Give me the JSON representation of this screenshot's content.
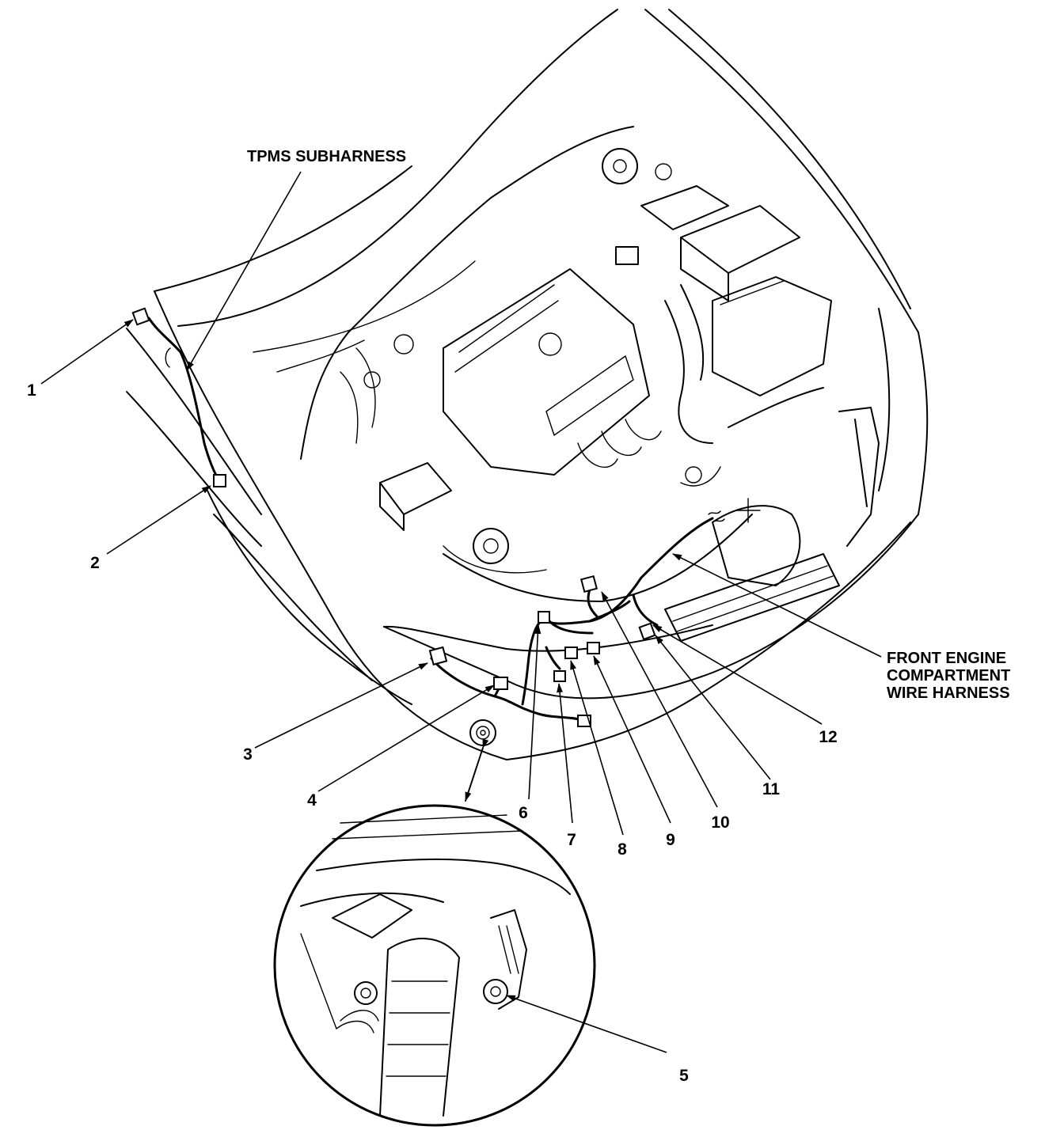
{
  "labels": {
    "tpms_subharness": "TPMS SUBHARNESS",
    "front_harness": [
      "FRONT ENGINE",
      "COMPARTMENT",
      "WIRE HARNESS"
    ]
  },
  "callouts": [
    "1",
    "2",
    "3",
    "4",
    "5",
    "6",
    "7",
    "8",
    "9",
    "10",
    "11",
    "12"
  ]
}
